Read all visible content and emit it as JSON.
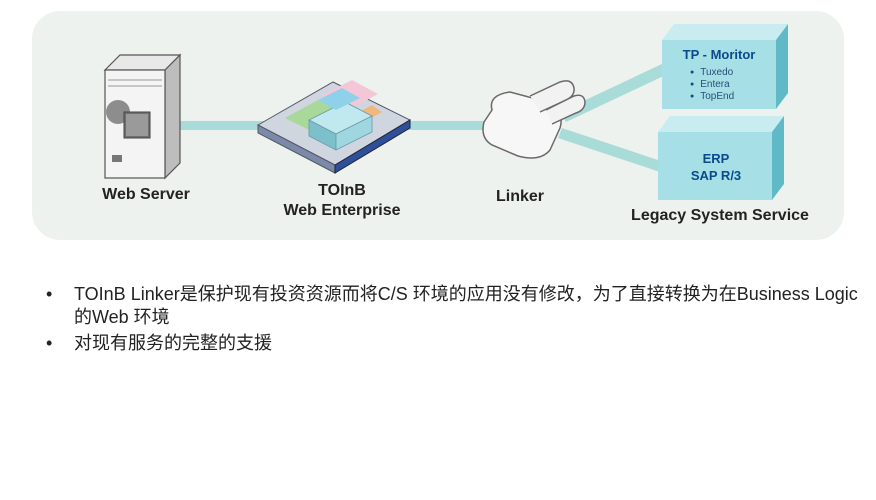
{
  "diagram": {
    "nodes": {
      "web_server": "Web Server",
      "toinb_line1": "TOInB",
      "toinb_line2": "Web Enterprise",
      "linker": "Linker",
      "legacy": "Legacy System Service"
    },
    "tp_monitor": {
      "title": "TP - Moritor",
      "items": [
        "Tuxedo",
        "Entera",
        "TopEnd"
      ]
    },
    "erp_box": {
      "line1": "ERP",
      "line2": "SAP R/3"
    }
  },
  "notes": {
    "bullet": "•",
    "items": [
      "TOInB Linker是保护现有投资资源而将C/S 环境的应用没有修改，为了直接转换为在Business Logic 的Web 环境",
      "对现有服务的完整的支援"
    ]
  }
}
